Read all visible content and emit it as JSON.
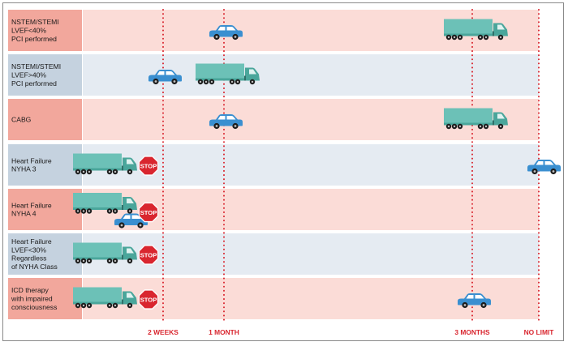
{
  "rows": [
    {
      "label_lines": [
        "NSTEM/STEMI",
        "LVEF<40%",
        "PCI performed"
      ],
      "tone": "pink",
      "vehicles": [
        {
          "kind": "car",
          "at": "1 MONTH"
        },
        {
          "kind": "truck",
          "at": "3 MONTHS"
        }
      ]
    },
    {
      "label_lines": [
        "NSTEMI/STEMI",
        "LVEF>40%",
        "PCI performed"
      ],
      "tone": "blue",
      "vehicles": [
        {
          "kind": "car",
          "at": "2 WEEKS"
        },
        {
          "kind": "truck",
          "at": "1 MONTH"
        }
      ]
    },
    {
      "label_lines": [
        "CABG"
      ],
      "tone": "pink",
      "vehicles": [
        {
          "kind": "car",
          "at": "1 MONTH"
        },
        {
          "kind": "truck",
          "at": "3 MONTHS"
        }
      ]
    },
    {
      "label_lines": [
        "Heart Failure",
        "NYHA 3"
      ],
      "tone": "blue",
      "vehicles": [
        {
          "kind": "truck",
          "at": "start"
        },
        {
          "kind": "stop",
          "at": "start"
        },
        {
          "kind": "car",
          "at": "NO LIMIT"
        }
      ]
    },
    {
      "label_lines": [
        "Heart Failure",
        "NYHA 4"
      ],
      "tone": "pink",
      "vehicles": [
        {
          "kind": "truck",
          "at": "start"
        },
        {
          "kind": "car",
          "at": "start"
        },
        {
          "kind": "stop",
          "at": "start"
        }
      ]
    },
    {
      "label_lines": [
        "Heart Failure",
        "LVEF<30%",
        "Regardless",
        "of NYHA Class"
      ],
      "tone": "blue",
      "vehicles": [
        {
          "kind": "truck",
          "at": "start"
        },
        {
          "kind": "stop",
          "at": "start"
        }
      ]
    },
    {
      "label_lines": [
        "ICD therapy",
        "with impaired",
        "consciousness"
      ],
      "tone": "pink",
      "vehicles": [
        {
          "kind": "truck",
          "at": "start"
        },
        {
          "kind": "stop",
          "at": "start"
        },
        {
          "kind": "car",
          "at": "3 MONTHS"
        }
      ]
    }
  ],
  "ticks": [
    "2 WEEKS",
    "1 MONTH",
    "3 MONTHS",
    "NO LIMIT"
  ],
  "stop_text": "STOP",
  "colors": {
    "pink_row": "#fbdcd7",
    "pink_label": "#f2a79c",
    "blue_row": "#e5ebf2",
    "blue_label": "#c5d2df",
    "dotted_line": "#d9262f",
    "tick_text": "#d9262f",
    "car": "#3a8fd0",
    "truck": "#6cc1b7",
    "stop_sign": "#d9262f"
  }
}
